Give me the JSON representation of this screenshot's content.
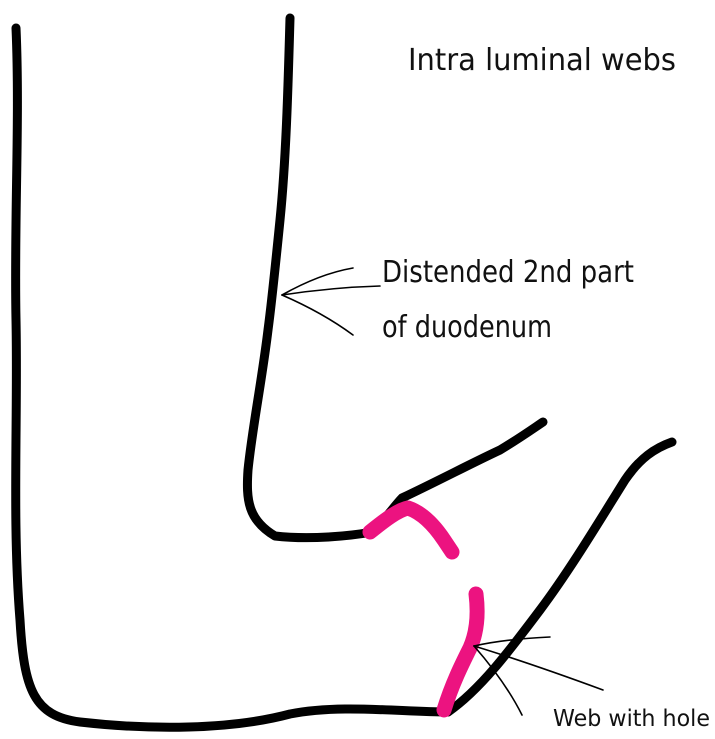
{
  "title": "Intra luminal webs",
  "labels": {
    "distended_line1": "Distended 2nd part",
    "distended_line2": "of duodenum",
    "web": "Web with hole"
  },
  "colors": {
    "background": "#ffffff",
    "duodenal_wall": "#000000",
    "web": "#ec1380",
    "text": "#111111"
  }
}
